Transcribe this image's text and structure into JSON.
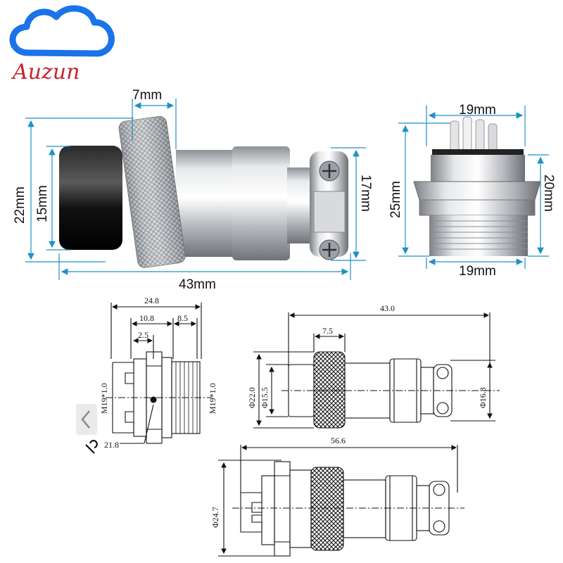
{
  "logo": {
    "text": "Auzun",
    "cloud_color": "#1a73e8",
    "text_color": "#c8232c"
  },
  "photo_plug": {
    "dims": {
      "knurl_width": "7mm",
      "outer_diameter": "22mm",
      "cap_diameter": "15mm",
      "tail_diameter": "17mm",
      "length": "43mm"
    }
  },
  "photo_socket": {
    "dims": {
      "top_width": "19mm",
      "bottom_width": "19mm",
      "height": "25mm",
      "thread_diameter": "20mm"
    }
  },
  "drawing_socket": {
    "dims": {
      "overall": "24.8",
      "mid": "10.8",
      "right": "8.5",
      "small": "2.5",
      "thread_left": "M19*1.0",
      "thread_right": "M19*1.0",
      "wrench": "21.8"
    }
  },
  "drawing_plug": {
    "dims": {
      "length": "43.0",
      "knurl": "7.5",
      "outer_dia": "Φ22.0",
      "cap_dia": "Φ15.5",
      "tail_dia": "Φ16.8"
    }
  },
  "drawing_assembly": {
    "dims": {
      "length": "56.6",
      "dia": "Φ24.7"
    }
  },
  "colors": {
    "dimension_line": "#1e90c8",
    "metal": "#c9ccd0",
    "dark": "#111111"
  }
}
